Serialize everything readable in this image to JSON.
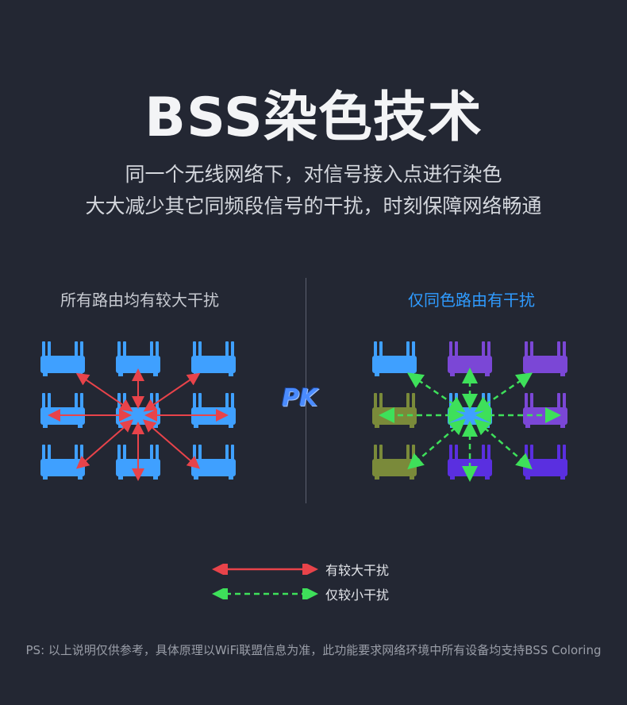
{
  "title": "BSS染色技术",
  "subtitle_line1": "同一个无线网络下，对信号接入点进行染色",
  "subtitle_line2": "大大减少其它同频段信号的干扰，时刻保障网络畅通",
  "left_panel": {
    "title": "所有路由均有较大干扰",
    "router_color": "#3fa0ff",
    "arrow_color": "#e8434a"
  },
  "right_panel": {
    "title": "仅同色路由有干扰",
    "arrow_color": "#3ee05a",
    "router_colors": [
      "#3fa0ff",
      "#7b47d6",
      "#7b47d6",
      "#7a8a3a",
      "#3fa0ff",
      "#7b47d6",
      "#7a8a3a",
      "#5a2fe0",
      "#5a2fe0"
    ]
  },
  "pk_label": "PK",
  "legend": {
    "strong": "有较大干扰",
    "weak": "仅较小干扰"
  },
  "note": "PS: 以上说明仅供参考，具体原理以WiFi联盟信息为准，此功能要求网络环境中所有设备均支持BSS Coloring",
  "icons": {
    "router": "router-icon"
  }
}
